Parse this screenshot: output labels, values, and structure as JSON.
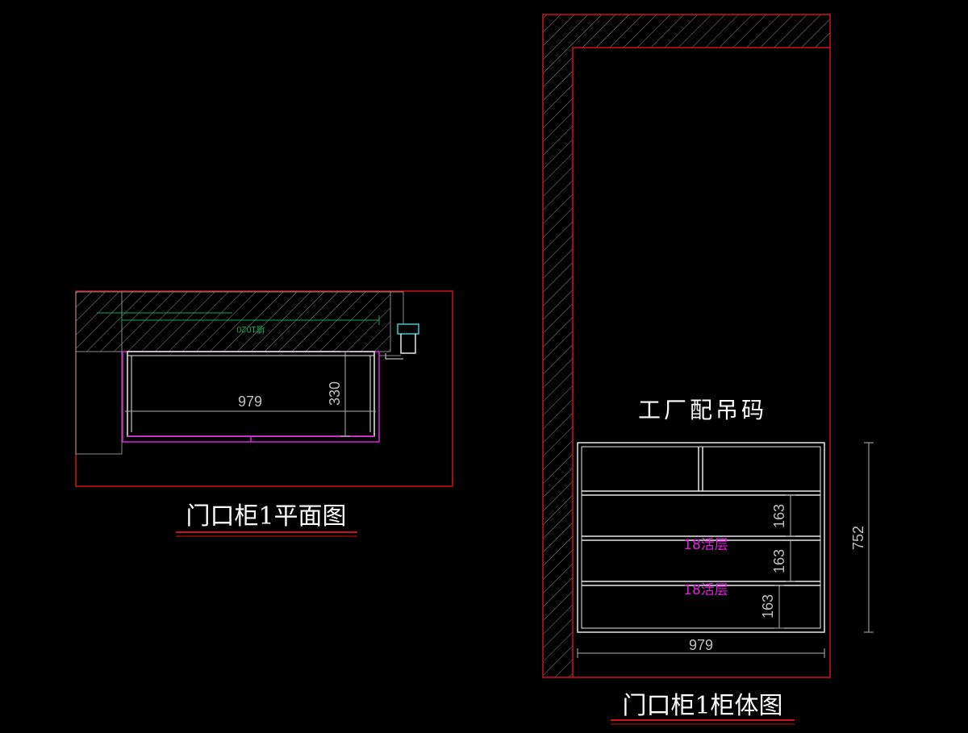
{
  "plan_view": {
    "title": "门口柜1平面图",
    "dim_width": "979",
    "dim_depth": "330",
    "dim_green": "墙1020"
  },
  "elevation_view": {
    "title": "门口柜1柜体图",
    "note": "工厂配吊码",
    "dim_width": "979",
    "dim_height": "752",
    "shelf_heights": [
      "163",
      "163",
      "163"
    ],
    "shelf_labels": [
      "18活层",
      "18活层"
    ]
  },
  "colors": {
    "background": "#000000",
    "frame_red": "#d0101a",
    "cabinet_white": "#e8e8e8",
    "cabinet_magenta": "#e020e0",
    "hatch_gray": "#8a8a8a",
    "dim_gray": "#b0b0b0",
    "detail_cyan": "#30d0d0",
    "dim_green": "#19a35a"
  }
}
